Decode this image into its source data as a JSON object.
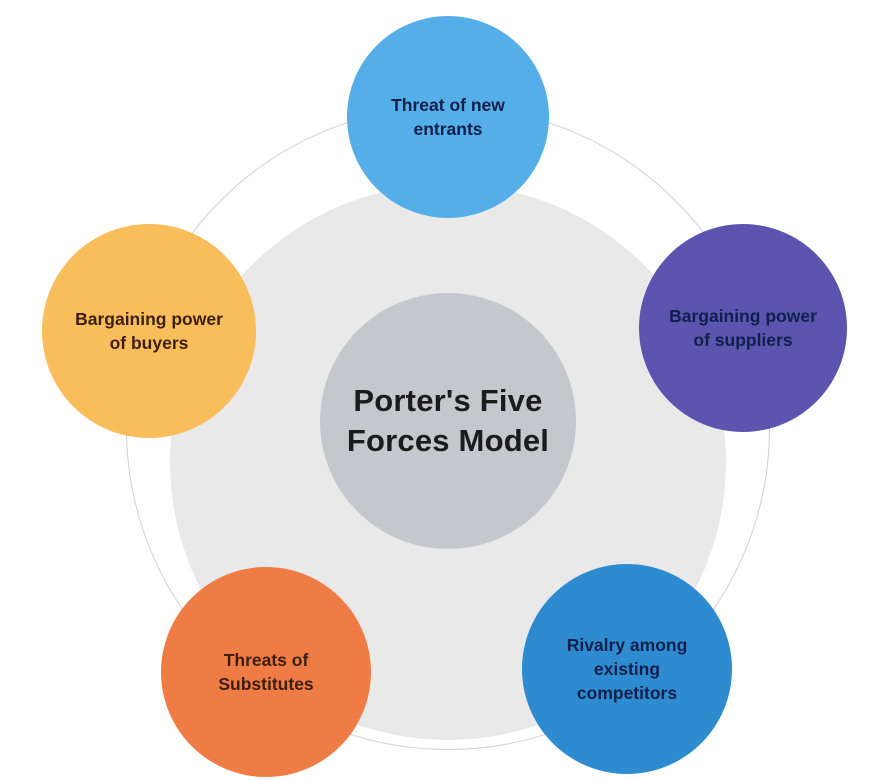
{
  "diagram": {
    "center": {
      "label": "Porter's Five\nForces Model",
      "fill": "#c4c7cb"
    },
    "rings": {
      "halo_fill": "#e9e9ea",
      "outline_stroke": "#cfd0d2"
    },
    "forces": [
      {
        "id": "threat-of-new-entrants",
        "label": "Threat of new\nentrants",
        "fill": "#55aee8",
        "text_color": "#11204a",
        "position": "top"
      },
      {
        "id": "bargaining-power-of-suppliers",
        "label": "Bargaining power\nof suppliers",
        "fill": "#5b55b0",
        "text_color": "#11204a",
        "position": "right"
      },
      {
        "id": "rivalry-among-existing-competitors",
        "label": "Rivalry among\nexisting\ncompetitors",
        "fill": "#2e8bd0",
        "text_color": "#11204a",
        "position": "bottom-right"
      },
      {
        "id": "threats-of-substitutes",
        "label": "Threats of\nSubstitutes",
        "fill": "#f07c45",
        "text_color": "#3d1f12",
        "position": "bottom-left"
      },
      {
        "id": "bargaining-power-of-buyers",
        "label": "Bargaining power\nof buyers",
        "fill": "#f9be5c",
        "text_color": "#3d1f12",
        "position": "left"
      }
    ]
  }
}
